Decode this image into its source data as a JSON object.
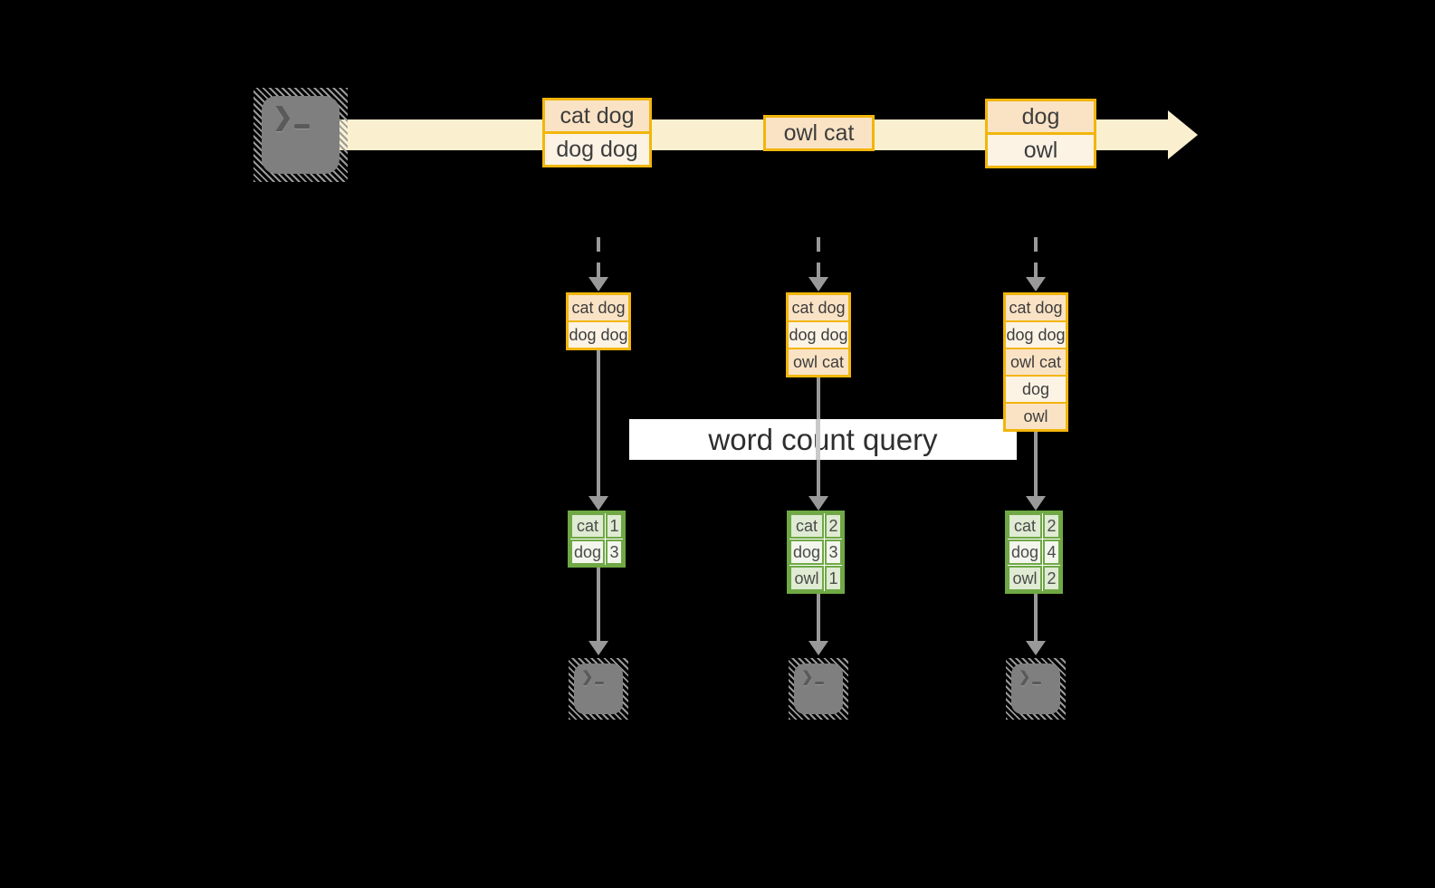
{
  "banner": {
    "label": "word count query"
  },
  "icons": {
    "source": "terminal-icon",
    "sinks": [
      "terminal-icon",
      "terminal-icon",
      "terminal-icon"
    ],
    "terminal_glyph": "❯"
  },
  "timeline": {
    "batches": [
      {
        "rows": [
          "cat dog",
          "dog dog"
        ]
      },
      {
        "rows": [
          "owl cat"
        ]
      },
      {
        "rows": [
          "dog",
          "owl"
        ]
      }
    ]
  },
  "pipelines": [
    {
      "stack": [
        "cat dog",
        "dog dog"
      ],
      "counts": [
        {
          "word": "cat",
          "count": "1"
        },
        {
          "word": "dog",
          "count": "3"
        }
      ]
    },
    {
      "stack": [
        "cat dog",
        "dog dog",
        "owl cat"
      ],
      "counts": [
        {
          "word": "cat",
          "count": "2"
        },
        {
          "word": "dog",
          "count": "3"
        },
        {
          "word": "owl",
          "count": "1"
        }
      ]
    },
    {
      "stack": [
        "cat dog",
        "dog dog",
        "owl cat",
        "dog",
        "owl"
      ],
      "counts": [
        {
          "word": "cat",
          "count": "2"
        },
        {
          "word": "dog",
          "count": "4"
        },
        {
          "word": "owl",
          "count": "2"
        }
      ]
    }
  ],
  "colors": {
    "background": "#000000",
    "stream_band": "#FAF0D0",
    "event_border": "#F2B50B",
    "event_fill_dark": "#FAE3C5",
    "event_fill_light": "#FCF3E5",
    "table_border": "#6FA845",
    "table_fill_dark": "#DFEBD2",
    "table_fill_light": "#F2F6EC",
    "arrow_gray": "#999999",
    "terminal_gray": "#7F7F7F"
  }
}
